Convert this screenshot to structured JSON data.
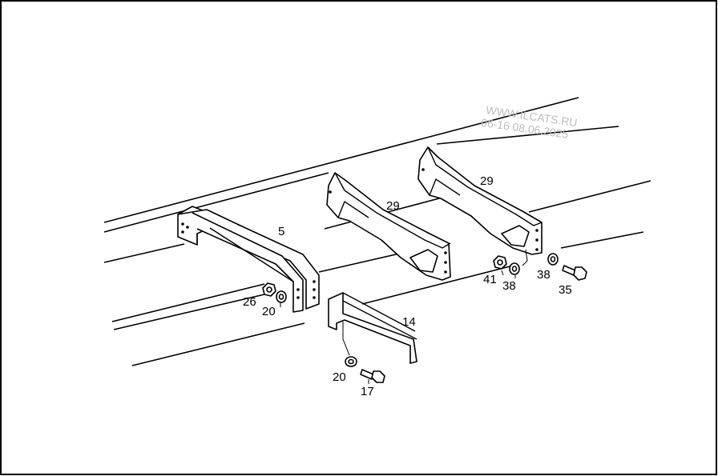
{
  "watermark": {
    "line1": "WWW.ILCATS.RU",
    "line2": "06-16 08.06.2025"
  },
  "callouts": {
    "c5": "5",
    "c29a": "29",
    "c29b": "29",
    "c26": "26",
    "c20a": "20",
    "c14": "14",
    "c20b": "20",
    "c17": "17",
    "c41": "41",
    "c38a": "38",
    "c38b": "38",
    "c35": "35"
  }
}
